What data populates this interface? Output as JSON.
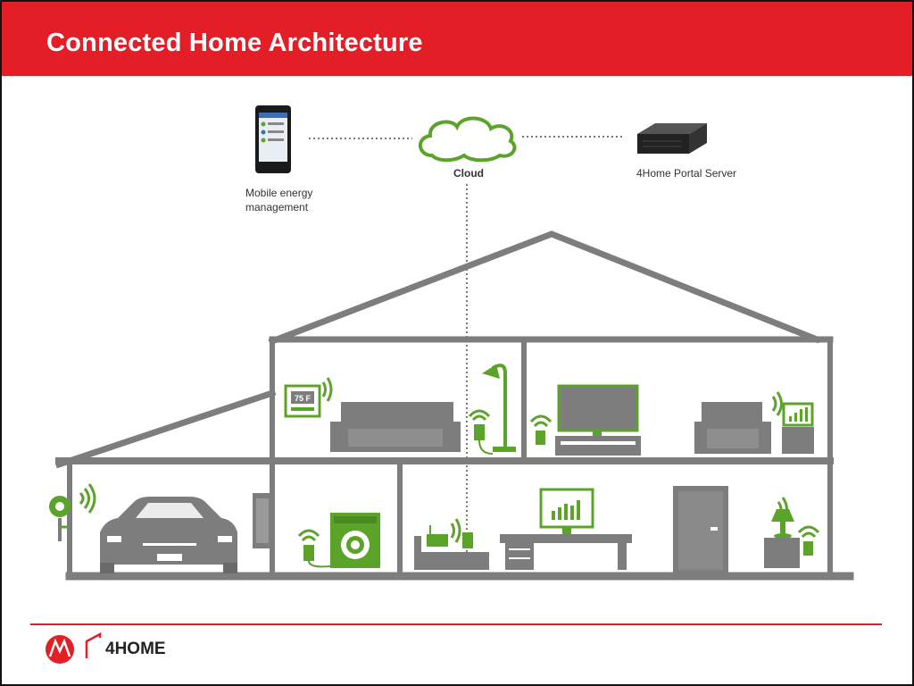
{
  "slide": {
    "title": "Connected Home Architecture"
  },
  "nodes": {
    "mobile": {
      "label_line1": "Mobile energy",
      "label_line2": "management"
    },
    "cloud": {
      "label": "Cloud"
    },
    "server": {
      "label": "4Home Portal Server"
    }
  },
  "devices": {
    "thermostat_display": "75 F"
  },
  "footer": {
    "brand": "4HOME",
    "logo_letter": "M"
  },
  "colors": {
    "header_red": "#e41e26",
    "house_gray": "#7d7d7d",
    "device_green": "#5ca32a",
    "white": "#ffffff"
  }
}
